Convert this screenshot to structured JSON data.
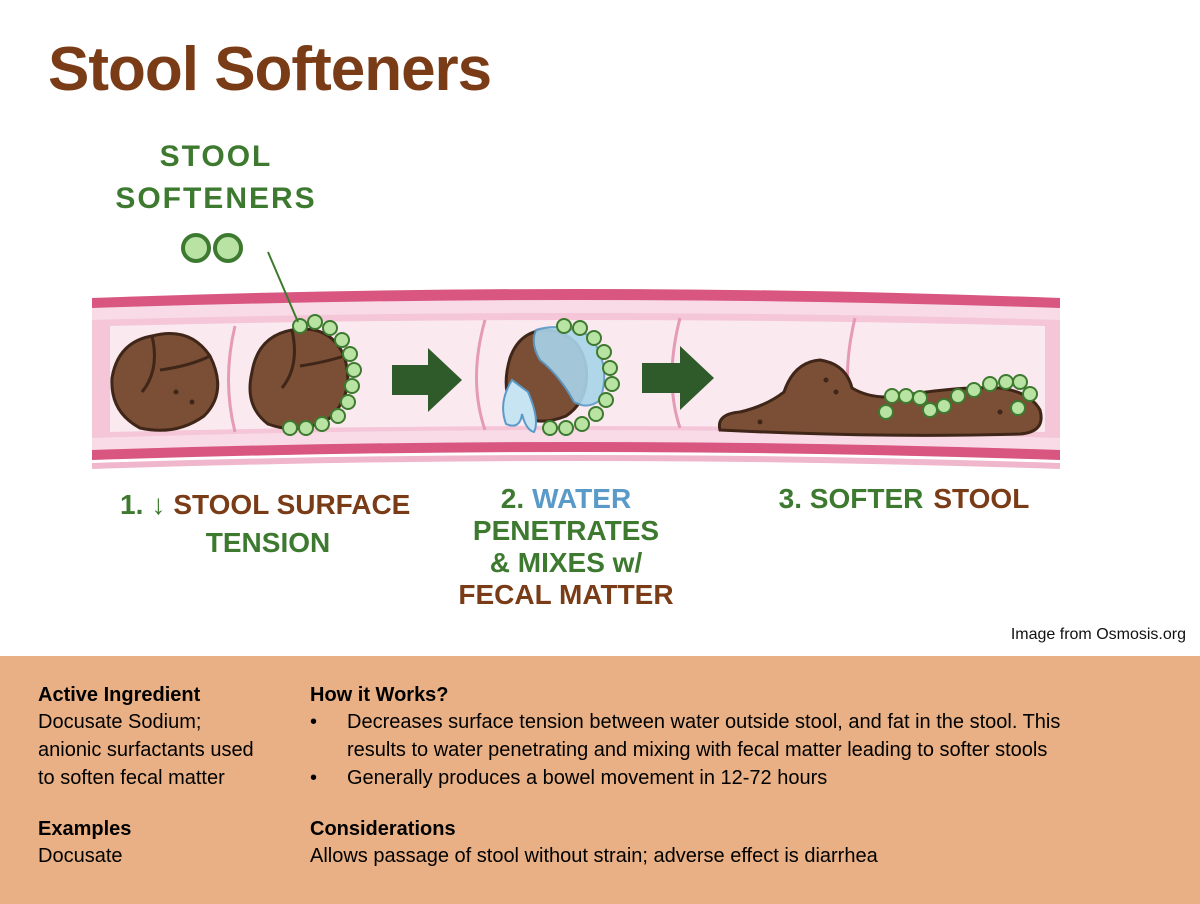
{
  "title": "Stool Softeners",
  "diagram": {
    "agent_label_line1": "STOOL",
    "agent_label_line2": "SOFTENERS",
    "step1_number": "1.",
    "step1_arrow": "↓",
    "step1_line1": "STOOL SURFACE",
    "step1_line2": "TENSION",
    "step2_number": "2.",
    "step2_word": "WATER",
    "step2_line2": "PENETRATES",
    "step2_line3": "& MIXES w/",
    "step2_line4": "FECAL MATTER",
    "step3_prefix": "3. SOFTER",
    "step3_word": "STOOL",
    "colors": {
      "green_text": "#3d7a2f",
      "brown_text": "#7a3c17",
      "blue_text": "#5a9ac8",
      "intestine_wall": "#d8567f",
      "intestine_inner": "#f6d4e3",
      "stool": "#7a4f36",
      "arrow": "#2f5a2a",
      "bead": "#b9e3a3"
    }
  },
  "credit": "Image from Osmosis.org",
  "info": {
    "active_ingredient_heading": "Active Ingredient",
    "active_ingredient_line1": "Docusate Sodium;",
    "active_ingredient_line2": "anionic surfactants used",
    "active_ingredient_line3": "to soften fecal matter",
    "examples_heading": "Examples",
    "examples_text": "Docusate",
    "how_heading": "How it Works?",
    "bullet_char": "•",
    "how_bullets": [
      {
        "line1": "Decreases surface tension between water outside stool, and fat in the stool. This",
        "line2": "results to water penetrating and mixing with fecal matter leading to softer stools"
      },
      {
        "line1": "Generally produces a bowel movement in 12-72 hours"
      }
    ],
    "considerations_heading": "Considerations",
    "considerations_text": "Allows passage of stool without strain; adverse effect is diarrhea"
  }
}
